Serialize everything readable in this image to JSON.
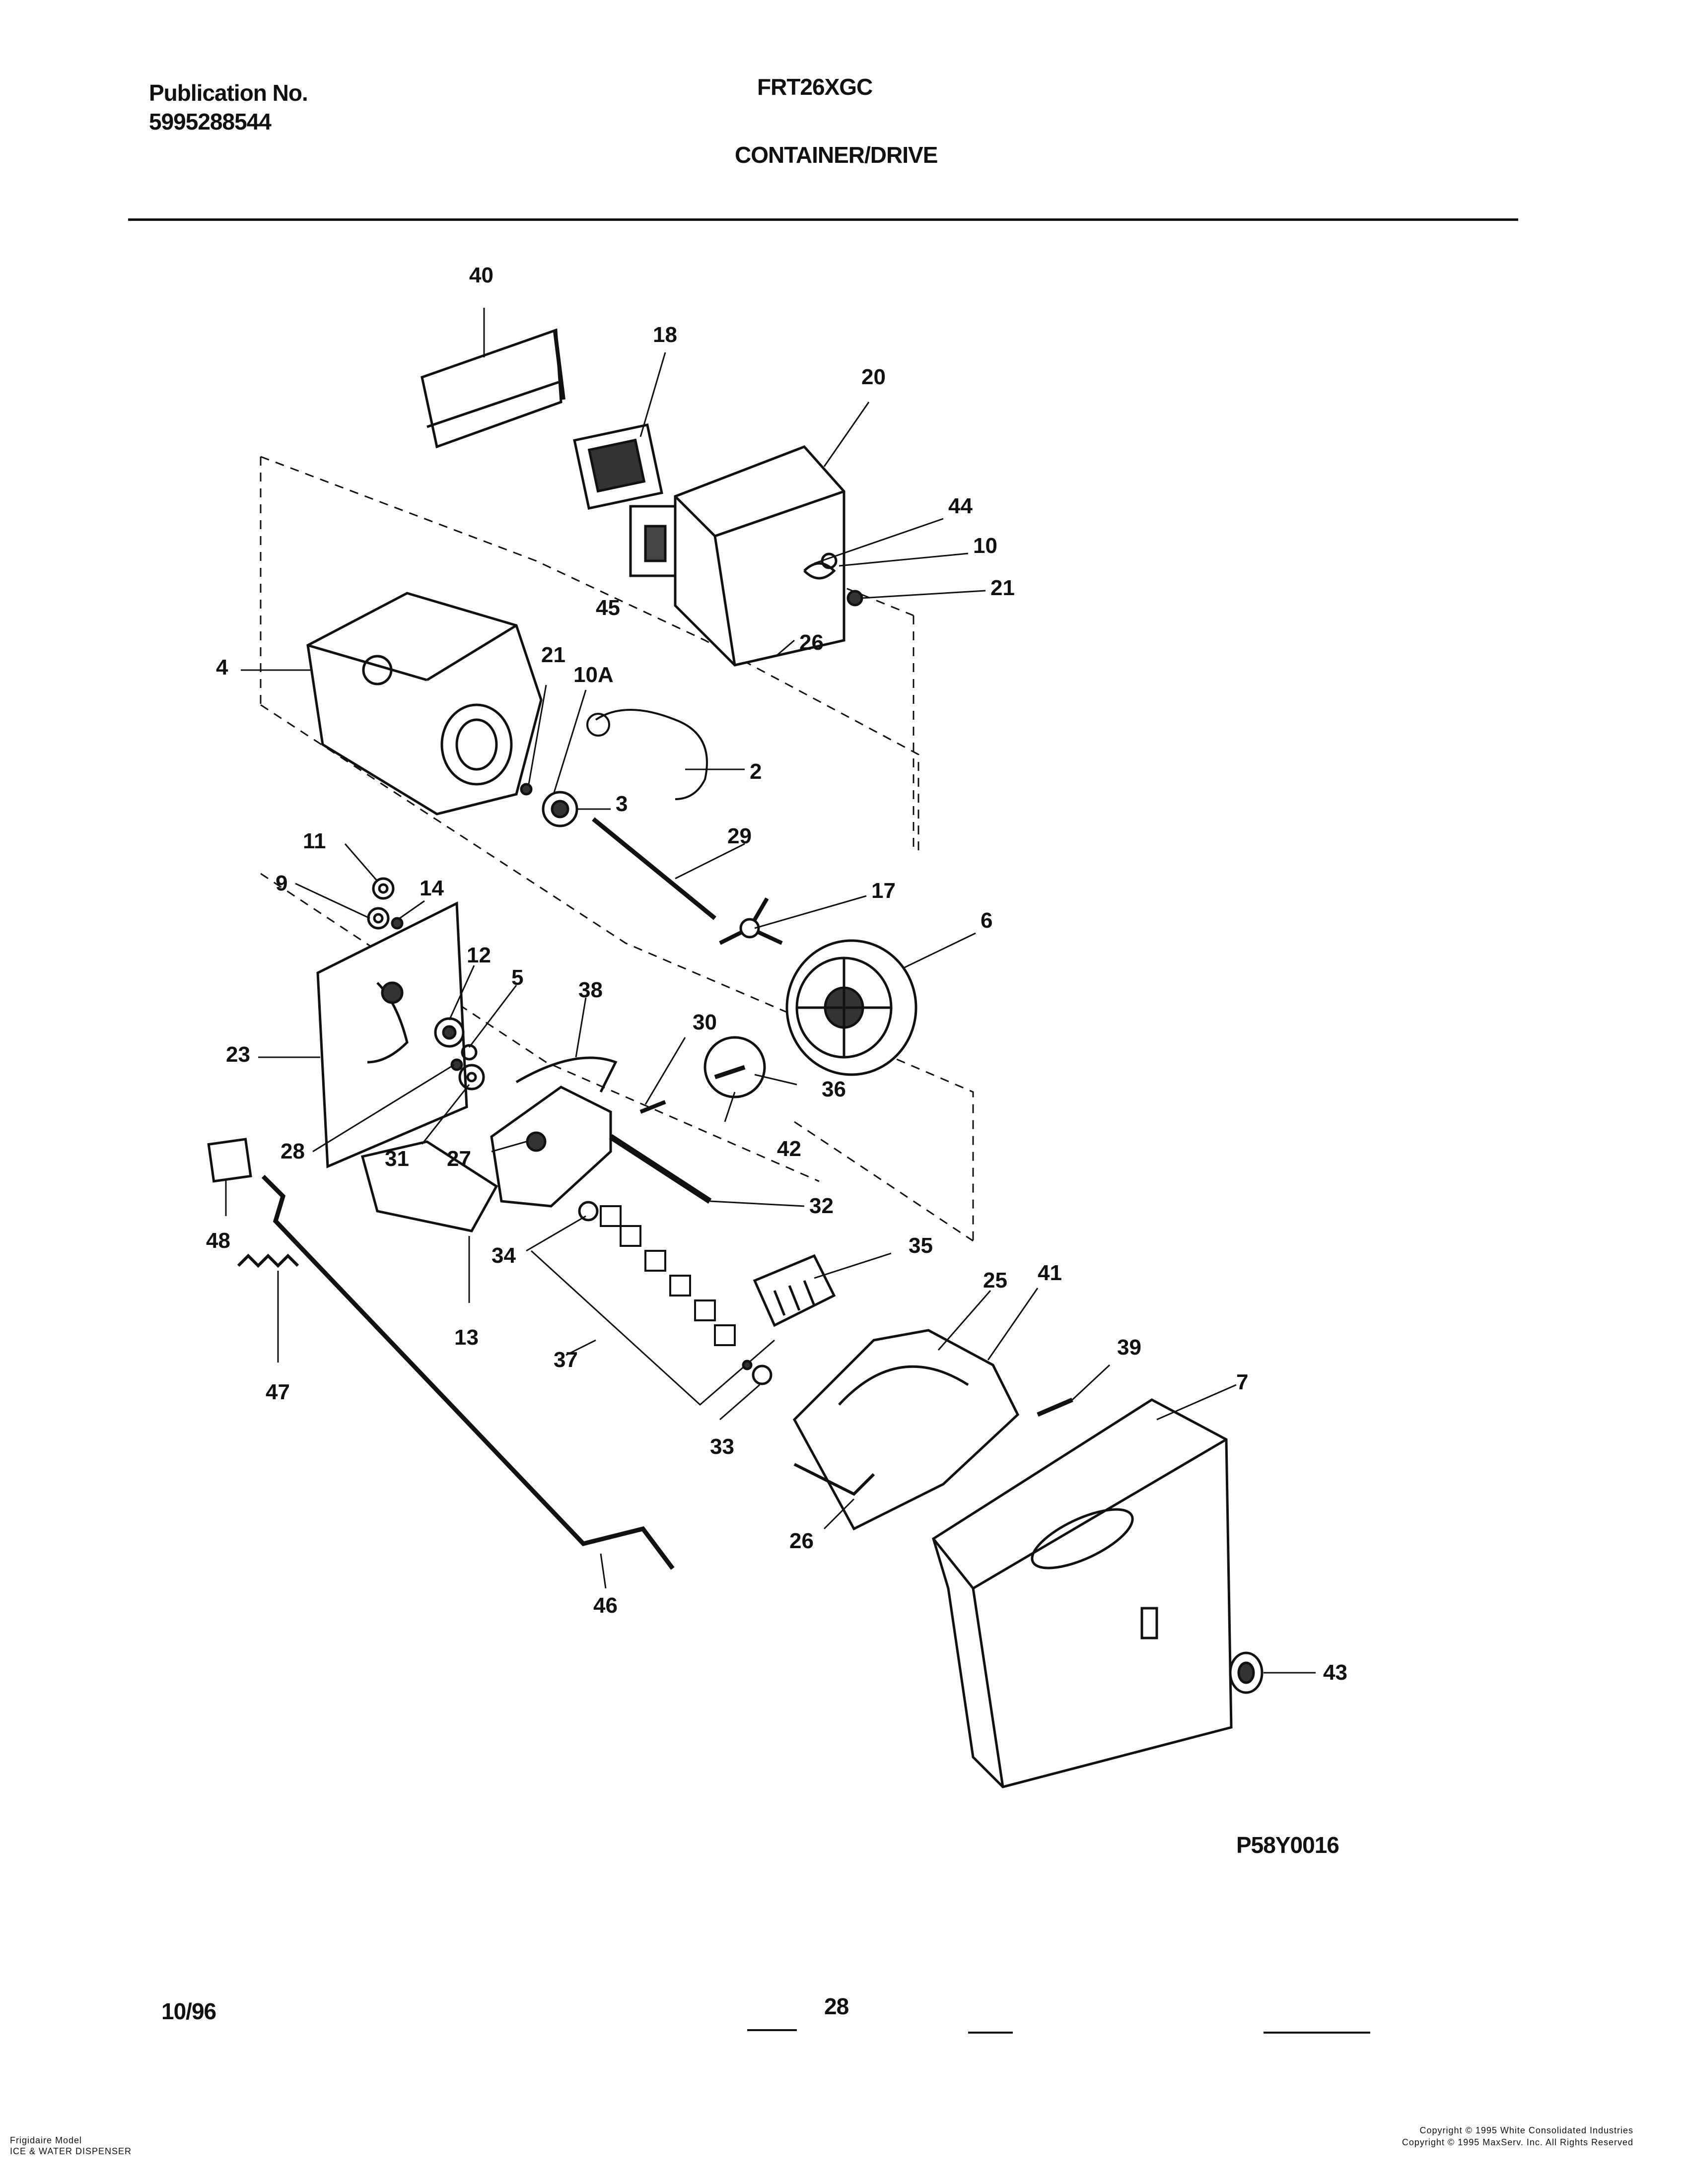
{
  "header": {
    "pub_label": "Publication No.",
    "pub_number": "5995288544",
    "model": "FRT26XGC",
    "section": "CONTAINER/DRIVE"
  },
  "callouts": [
    "40",
    "18",
    "20",
    "44",
    "10",
    "21",
    "45",
    "26",
    "4",
    "21",
    "10A",
    "2",
    "3",
    "29",
    "11",
    "9",
    "14",
    "17",
    "6",
    "12",
    "5",
    "38",
    "30",
    "23",
    "36",
    "42",
    "28",
    "31",
    "27",
    "32",
    "48",
    "34",
    "35",
    "25",
    "41",
    "39",
    "7",
    "13",
    "47",
    "37",
    "33",
    "26",
    "46",
    "43"
  ],
  "diagram_id": "P58Y0016",
  "footer": {
    "date": "10/96",
    "page": "28",
    "brand_line1": "Frigidaire Model",
    "brand_line2": "ICE & WATER DISPENSER",
    "copyright1": "Copyright © 1995 White Consolidated Industries",
    "copyright2": "Copyright © 1995 MaxServ. Inc.  All Rights Reserved"
  }
}
